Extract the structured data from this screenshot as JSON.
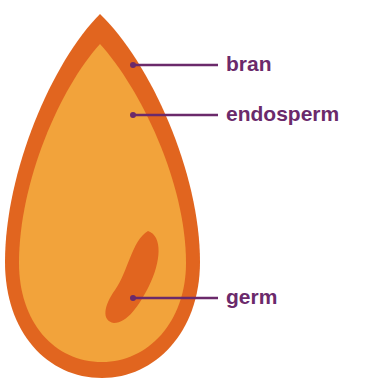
{
  "diagram": {
    "labels": [
      "bran",
      "endosperm",
      "germ"
    ]
  }
}
